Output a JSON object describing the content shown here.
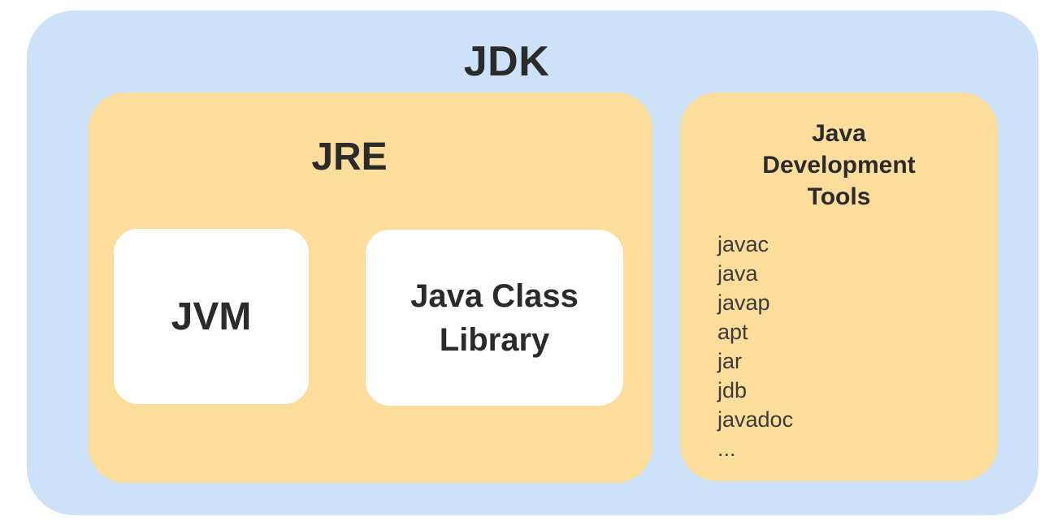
{
  "diagram": {
    "jdk": {
      "label": "JDK",
      "jre": {
        "label": "JRE",
        "jvm": {
          "label": "JVM"
        },
        "class_library": {
          "label": "Java Class Library"
        }
      },
      "tools": {
        "label": "Java Development Tools",
        "items": [
          "javac",
          "java",
          "javap",
          "apt",
          "jar",
          "jdb",
          "javadoc",
          "..."
        ]
      }
    },
    "colors": {
      "outer_background": "#CDE2F8",
      "group_background": "#FCDD9B",
      "leaf_background": "#FFFFFF",
      "title_text": "#2B2B2B",
      "list_text": "#3B3B3B",
      "page_background": "#FFFFFF"
    }
  }
}
